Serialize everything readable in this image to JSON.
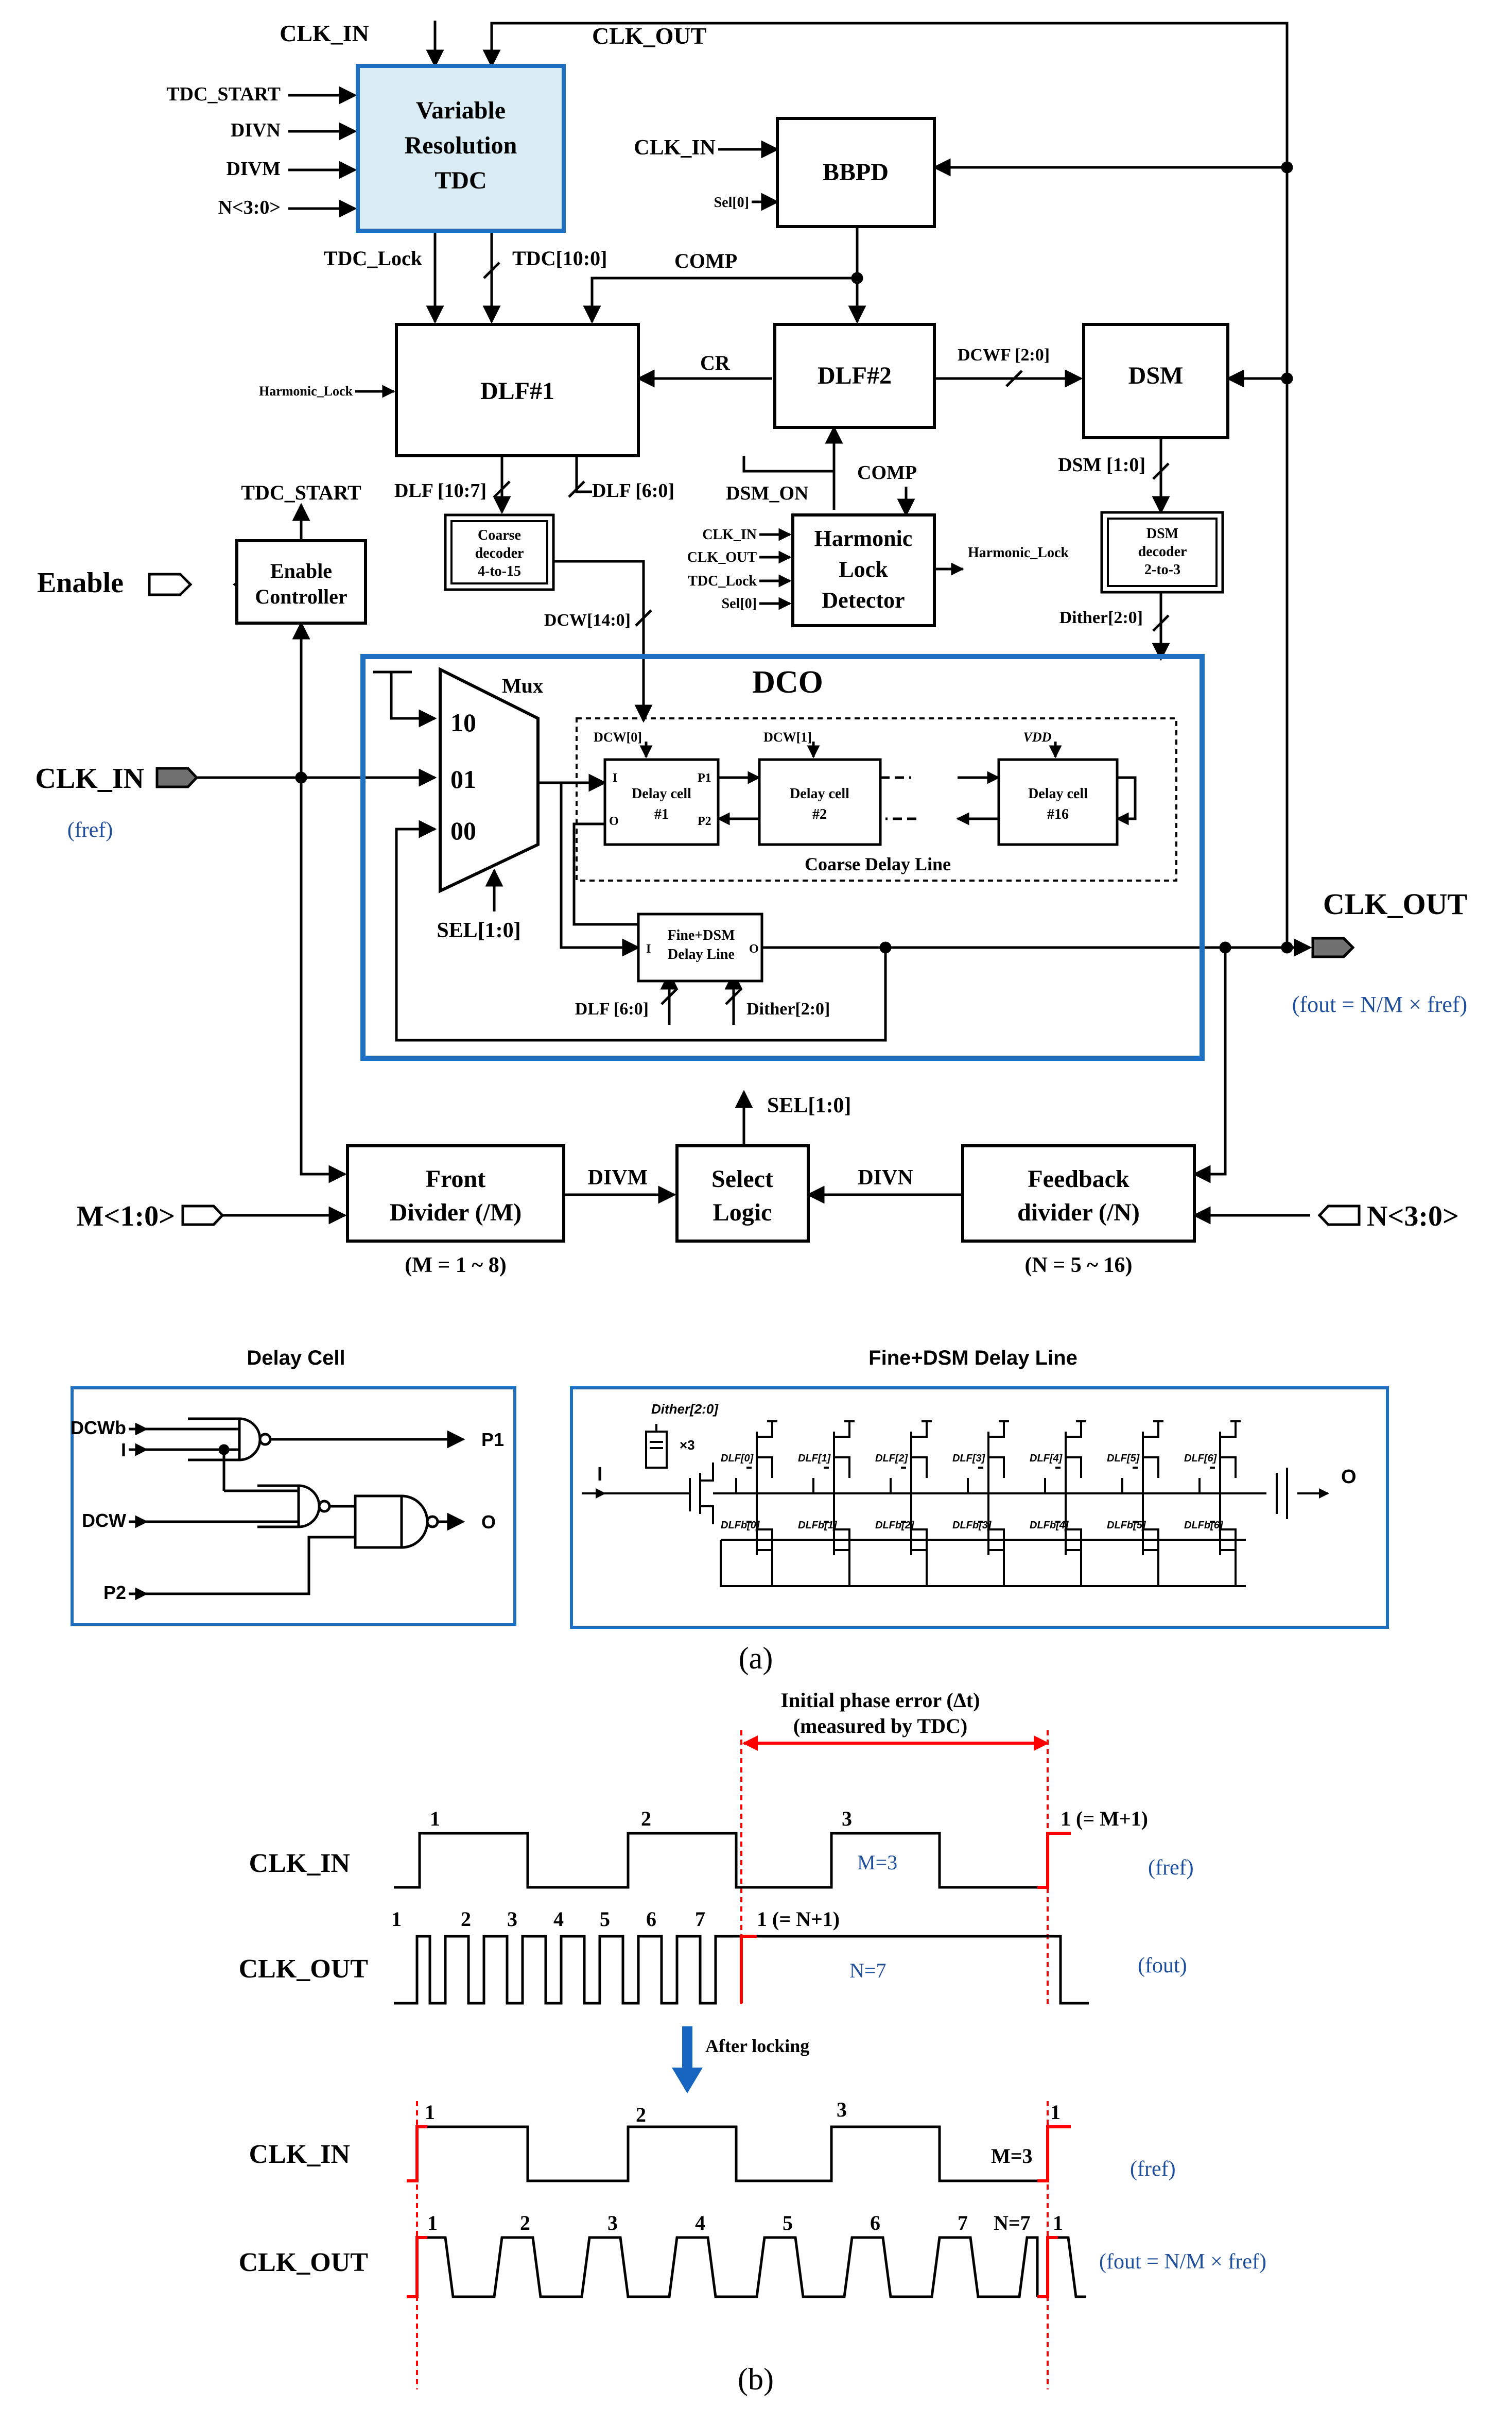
{
  "colors": {
    "frame_blue": "#1f6fc1",
    "tdc_fill": "#d9ebf3",
    "arrow_blue": "#1565c0",
    "red": "#ff0000",
    "text_blue": "#1f4e9a"
  },
  "top": {
    "clk_in": "CLK_IN",
    "clk_out": "CLK_OUT",
    "tdc_start": "TDC_START",
    "div_n": "DIVN",
    "div_m": "DIVM",
    "n_in": "N<3:0>",
    "tdc_line1": "Variable",
    "tdc_line2": "Resolution",
    "tdc_line3": "TDC",
    "tdc_lock": "TDC_Lock",
    "tdc_bus": "TDC[10:0]",
    "bbpd_clk_in": "CLK_IN",
    "sel0": "Sel[0]",
    "bbpd": "BBPD",
    "comp": "COMP",
    "dlf1": "DLF#1",
    "dlf2": "DLF#2",
    "dsm": "DSM",
    "harmonic_lock": "Harmonic_Lock",
    "cr": "CR",
    "dcwf": "DCWF [2:0]",
    "dlf_hi": "DLF [10:7]",
    "dlf_lo": "DLF [6:0]",
    "dsm_on": "DSM_ON",
    "comp2": "COMP",
    "dsm_bus": "DSM [1:0]",
    "coarse_dec_1": "Coarse",
    "coarse_dec_2": "decoder",
    "coarse_dec_3": "4-to-15",
    "hld_in1": "CLK_IN",
    "hld_in2": "CLK_OUT",
    "hld_in3": "TDC_Lock",
    "hld_in4": "Sel[0]",
    "hld_1": "Harmonic",
    "hld_2": "Lock",
    "hld_3": "Detector",
    "hld_out": "Harmonic_Lock",
    "dsm_dec_1": "DSM",
    "dsm_dec_2": "decoder",
    "dsm_dec_3": "2-to-3",
    "dither": "Dither[2:0]",
    "dcw_bus": "DCW[14:0]",
    "tdc_start_out": "TDC_START",
    "enable": "Enable",
    "en_ctrl_1": "Enable",
    "en_ctrl_2": "Controller",
    "dco": "DCO",
    "mux": "Mux",
    "mux_10": "10",
    "mux_01": "01",
    "mux_00": "00",
    "sel_bus": "SEL[1:0]",
    "clk_in_main": "CLK_IN",
    "fref": "(fref)",
    "dcw0": "DCW[0]",
    "dcw1": "DCW[1]",
    "vdd": "VDD",
    "dc1_1": "Delay cell",
    "dc1_2": "#1",
    "dc2_1": "Delay cell",
    "dc2_2": "#2",
    "dc16_1": "Delay cell",
    "dc16_2": "#16",
    "pin_i": "I",
    "pin_o": "O",
    "pin_p1": "P1",
    "pin_p2": "P2",
    "coarse_line": "Coarse Delay Line",
    "fine_1": "Fine+DSM",
    "fine_2": "Delay Line",
    "fine_dlf": "DLF [6:0]",
    "fine_dither": "Dither[2:0]",
    "clk_out_main": "CLK_OUT",
    "fout_eq": "(fout = N/M × fref)",
    "sel_out": "SEL[1:0]",
    "m_in": "M<1:0>",
    "front_1": "Front",
    "front_2": "Divider (/M)",
    "m_range": "(M = 1 ~ 8)",
    "divm_sig": "DIVM",
    "sel_logic_1": "Select",
    "sel_logic_2": "Logic",
    "divn_sig": "DIVN",
    "fb_1": "Feedback",
    "fb_2": "divider (/N)",
    "n_range": "(N = 5 ~ 16)",
    "n_in_main": "N<3:0>"
  },
  "insets": {
    "delay_cell_title": "Delay Cell",
    "fine_title": "Fine+DSM Delay Line",
    "dcwb": "DCWb",
    "i": "I",
    "dcw": "DCW",
    "p2": "P2",
    "p1": "P1",
    "o": "O",
    "dither": "Dither[2:0]",
    "x3": "×3",
    "fine_i": "I",
    "fine_o": "O",
    "dlf_top": [
      "DLF[0]",
      "DLF[1]",
      "DLF[2]",
      "DLF[3]",
      "DLF[4]",
      "DLF[5]",
      "DLF[6]"
    ],
    "dlf_bot": [
      "DLFb[0]",
      "DLFb[1]",
      "DLFb[2]",
      "DLFb[3]",
      "DLFb[4]",
      "DLFb[5]",
      "DLFb[6]"
    ]
  },
  "caption_a": "(a)",
  "timing": {
    "phase_err_1": "Initial phase error (Δt)",
    "phase_err_2": "(measured by TDC)",
    "clk_in": "CLK_IN",
    "clk_out": "CLK_OUT",
    "edges_in_top": [
      "1",
      "2",
      "3",
      "1 (= M+1)"
    ],
    "m3": "M=3",
    "fref": "(fref)",
    "edges_out_top": [
      "1",
      "2",
      "3",
      "4",
      "5",
      "6",
      "7",
      "1 (= N+1)"
    ],
    "n7": "N=7",
    "fout": "(fout)",
    "after_locking": "After locking",
    "clk_in2": "CLK_IN",
    "clk_out2": "CLK_OUT",
    "edges_in_bot": [
      "1",
      "2",
      "3",
      "1"
    ],
    "m3b": "M=3",
    "fref2": "(fref)",
    "edges_out_bot": [
      "1",
      "2",
      "3",
      "4",
      "5",
      "6",
      "7",
      "1"
    ],
    "n7b": "N=7",
    "fout_eq": "(fout = N/M × fref)"
  },
  "caption_b": "(b)"
}
